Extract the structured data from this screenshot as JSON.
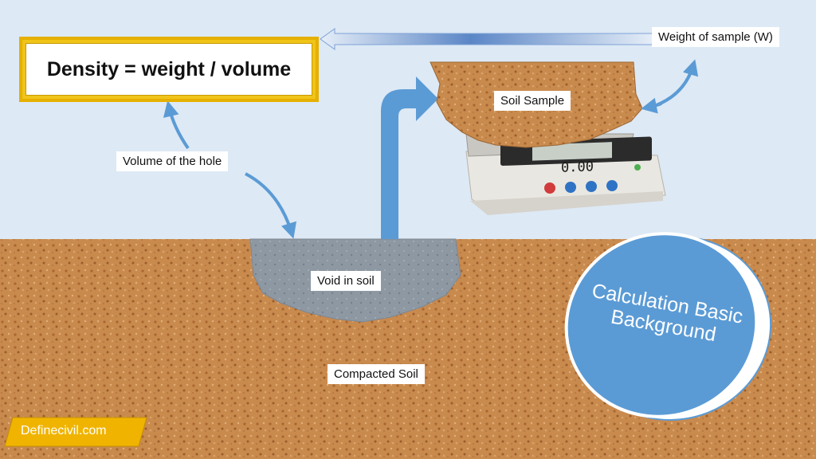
{
  "formula": {
    "text": "Density = weight / volume"
  },
  "labels": {
    "weight": "Weight of sample (W)",
    "sample": "Soil Sample",
    "volume": "Volume of the hole",
    "void": "Void in soil",
    "compacted": "Compacted Soil"
  },
  "scale": {
    "display": "0.00"
  },
  "circle": {
    "text": "Calculation Basic Background"
  },
  "brand": {
    "text": "Definecivil.com"
  },
  "colors": {
    "sky": "#dde9f5",
    "soil": "#c98a4e",
    "void": "#8d98a3",
    "arrow": "#5b9bd5",
    "circle": "#5b9bd5",
    "frame": "#f0c419",
    "brand": "#f0b400"
  }
}
